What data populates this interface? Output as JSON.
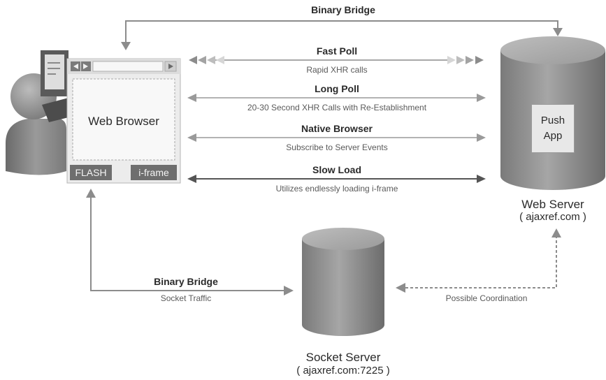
{
  "top_bridge": {
    "label": "Binary Bridge"
  },
  "connections": [
    {
      "title": "Fast Poll",
      "subtitle": "Rapid XHR calls"
    },
    {
      "title": "Long Poll",
      "subtitle": "20-30 Second XHR Calls with Re-Establishment"
    },
    {
      "title": "Native Browser",
      "subtitle": "Subscribe to Server Events"
    },
    {
      "title": "Slow Load",
      "subtitle": "Utilizes endlessly loading i-frame"
    }
  ],
  "browser": {
    "title": "Web Browser",
    "flash_label": "FLASH",
    "iframe_label": "i-frame"
  },
  "web_server": {
    "app_line1": "Push",
    "app_line2": "App",
    "name": "Web Server",
    "host": "( ajaxref.com )"
  },
  "socket_server": {
    "name": "Socket Server",
    "host": "( ajaxref.com:7225 )"
  },
  "bottom_bridge": {
    "title": "Binary Bridge",
    "subtitle": "Socket Traffic"
  },
  "coordination": {
    "label": "Possible Coordination"
  },
  "colors": {
    "arrow": "#8c8c8c",
    "dark_arrow": "#555555",
    "server": "#8a8a8a",
    "label_box": "#6e6e6e"
  }
}
